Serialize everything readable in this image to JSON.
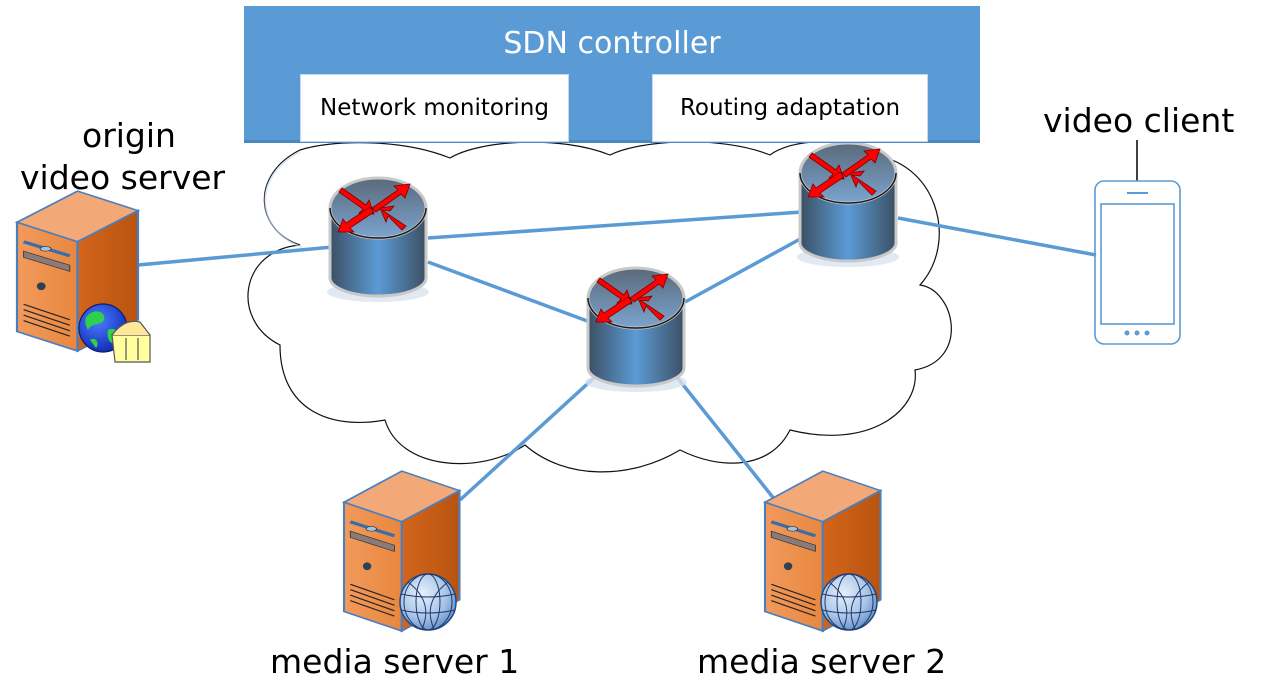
{
  "controller": {
    "title": "SDN controller",
    "modules": [
      {
        "label": "Network monitoring"
      },
      {
        "label": "Routing adaptation"
      }
    ]
  },
  "nodes": {
    "origin": {
      "label_line1": "origin",
      "label_line2": "video server",
      "icon": "server-globe-film-icon"
    },
    "client": {
      "label": "video client",
      "icon": "smartphone-icon"
    },
    "media1": {
      "label": "media server 1",
      "icon": "server-globe-icon"
    },
    "media2": {
      "label": "media server 2",
      "icon": "server-globe-icon"
    },
    "routers": [
      {
        "id": "router-1",
        "icon": "router-icon"
      },
      {
        "id": "router-2",
        "icon": "router-icon"
      },
      {
        "id": "router-3",
        "icon": "router-icon"
      }
    ]
  },
  "links": [
    {
      "from": "origin",
      "to": "router-1"
    },
    {
      "from": "router-1",
      "to": "router-3"
    },
    {
      "from": "router-1",
      "to": "router-2"
    },
    {
      "from": "router-2",
      "to": "router-3"
    },
    {
      "from": "router-3",
      "to": "client"
    },
    {
      "from": "router-2",
      "to": "media1"
    },
    {
      "from": "router-2",
      "to": "media2"
    }
  ],
  "colors": {
    "controller": "#5b9bd5",
    "link": "#5b9bd5",
    "server_front": "#ee8a45",
    "server_side": "#c65a14",
    "router_body": "#5b9bd5",
    "router_arrow": "#ff0000"
  }
}
